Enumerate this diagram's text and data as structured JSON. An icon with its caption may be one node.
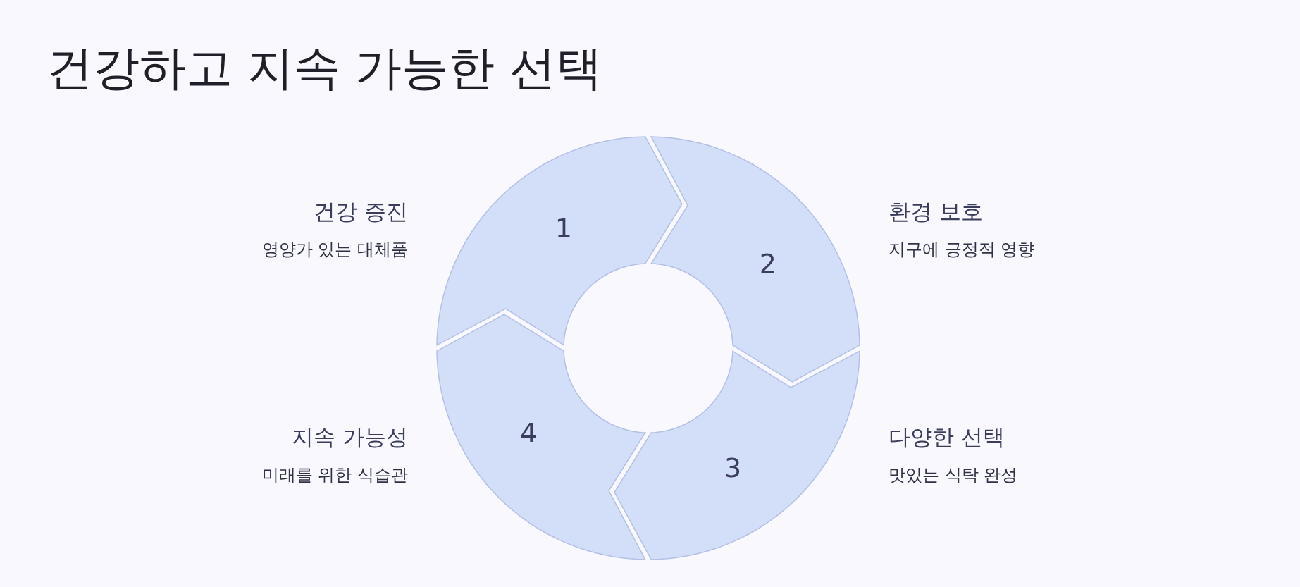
{
  "diagram": {
    "title": "건강하고 지속 가능한 선택",
    "nodes": [
      {
        "text": [
          "1"
        ],
        "beside": [
          "건강 증진",
          "영양가 있는 대체품"
        ]
      },
      {
        "text": [
          "2"
        ],
        "beside": [
          "환경 보호",
          "지구에 긍정적 영향"
        ]
      },
      {
        "text": [
          "3"
        ],
        "beside": [
          "다양한 선택",
          "맛있는 식탁 완성"
        ]
      },
      {
        "text": [
          "4"
        ],
        "beside": [
          "지속 가능성",
          "미래를 위한 식습관"
        ]
      }
    ]
  }
}
